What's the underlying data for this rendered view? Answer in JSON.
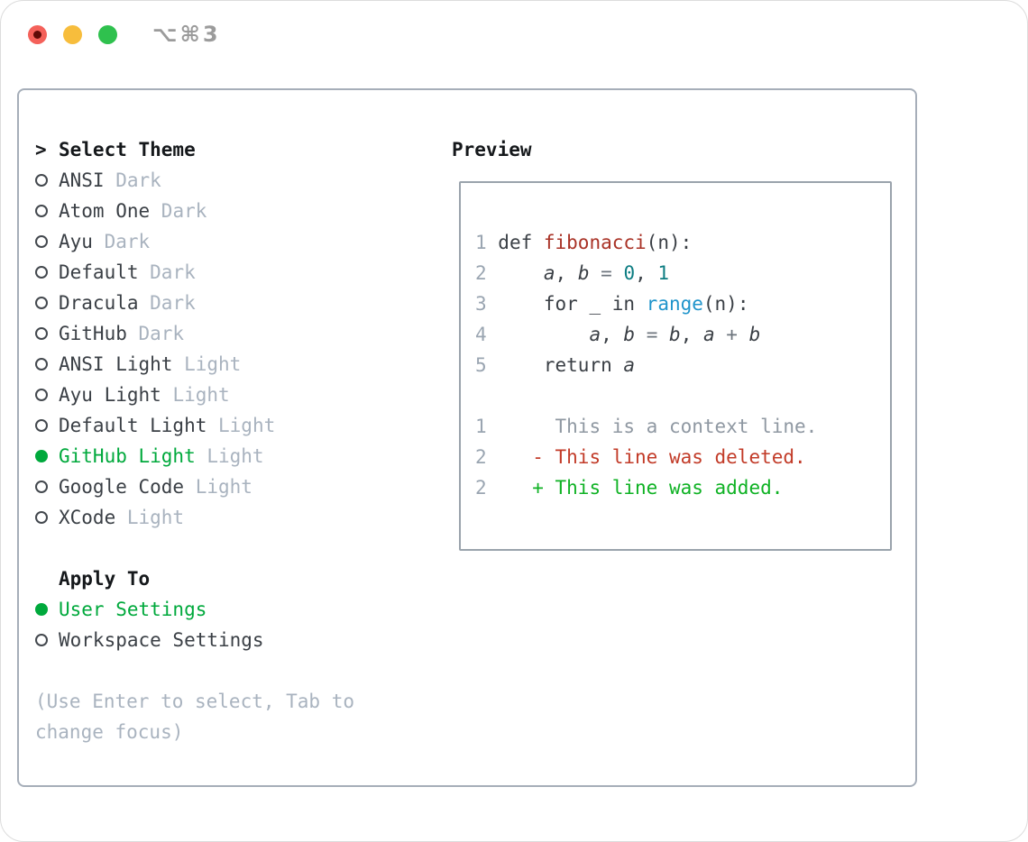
{
  "window": {
    "title": "⌥⌘3",
    "traffic_lights": [
      {
        "name": "close-button",
        "color": "#f4615a"
      },
      {
        "name": "minimize-button",
        "color": "#f7bd3c"
      },
      {
        "name": "zoom-button",
        "color": "#2fc14e"
      }
    ]
  },
  "theme_picker": {
    "prompt": ">",
    "title": "Select Theme",
    "items": [
      {
        "name": "ANSI",
        "variant": "Dark",
        "selected": false
      },
      {
        "name": "Atom One",
        "variant": "Dark",
        "selected": false
      },
      {
        "name": "Ayu",
        "variant": "Dark",
        "selected": false
      },
      {
        "name": "Default",
        "variant": "Dark",
        "selected": false
      },
      {
        "name": "Dracula",
        "variant": "Dark",
        "selected": false
      },
      {
        "name": "GitHub",
        "variant": "Dark",
        "selected": false
      },
      {
        "name": "ANSI Light",
        "variant": "Light",
        "selected": false
      },
      {
        "name": "Ayu Light",
        "variant": "Light",
        "selected": false
      },
      {
        "name": "Default Light",
        "variant": "Light",
        "selected": false
      },
      {
        "name": "GitHub Light",
        "variant": "Light",
        "selected": true
      },
      {
        "name": "Google Code",
        "variant": "Light",
        "selected": false
      },
      {
        "name": "XCode",
        "variant": "Light",
        "selected": false
      }
    ],
    "apply_to": {
      "title": "Apply To",
      "options": [
        {
          "label": "User Settings",
          "selected": true
        },
        {
          "label": "Workspace Settings",
          "selected": false
        }
      ]
    },
    "hint_lines": [
      "(Use Enter to select, Tab to",
      "change focus)"
    ]
  },
  "preview": {
    "title": "Preview",
    "lines": [
      {
        "kind": "code",
        "segments": [
          [
            "1 ",
            "ln"
          ],
          [
            "def ",
            "fg"
          ],
          [
            "fibonacci",
            "red"
          ],
          [
            "(n):",
            "fg"
          ]
        ]
      },
      {
        "kind": "code",
        "segments": [
          [
            "2 ",
            "ln"
          ],
          [
            "    ",
            "fg"
          ],
          [
            "a",
            "var"
          ],
          [
            ", ",
            "fg"
          ],
          [
            "b",
            "var"
          ],
          [
            " ",
            "fg"
          ],
          [
            "=",
            "op"
          ],
          [
            " ",
            "fg"
          ],
          [
            "0",
            "num"
          ],
          [
            ", ",
            "fg"
          ],
          [
            "1",
            "num"
          ]
        ]
      },
      {
        "kind": "code",
        "segments": [
          [
            "3 ",
            "ln"
          ],
          [
            "    for _ in ",
            "fg"
          ],
          [
            "range",
            "blue"
          ],
          [
            "(n):",
            "fg"
          ]
        ]
      },
      {
        "kind": "code",
        "segments": [
          [
            "4 ",
            "ln"
          ],
          [
            "        ",
            "fg"
          ],
          [
            "a",
            "var"
          ],
          [
            ", ",
            "fg"
          ],
          [
            "b",
            "var"
          ],
          [
            " ",
            "fg"
          ],
          [
            "=",
            "op"
          ],
          [
            " ",
            "fg"
          ],
          [
            "b",
            "var"
          ],
          [
            ", ",
            "fg"
          ],
          [
            "a",
            "var"
          ],
          [
            " ",
            "fg"
          ],
          [
            "+",
            "op"
          ],
          [
            " ",
            "fg"
          ],
          [
            "b",
            "var"
          ]
        ]
      },
      {
        "kind": "code",
        "segments": [
          [
            "5 ",
            "ln"
          ],
          [
            "    return ",
            "fg"
          ],
          [
            "a",
            "var"
          ]
        ]
      },
      {
        "kind": "blank",
        "segments": []
      },
      {
        "kind": "diff-context",
        "segments": [
          [
            "1 ",
            "ln"
          ],
          [
            "     This is a context line.",
            "muted"
          ]
        ]
      },
      {
        "kind": "diff-deleted",
        "segments": [
          [
            "2 ",
            "ln"
          ],
          [
            "   - This line was deleted.",
            "del"
          ]
        ]
      },
      {
        "kind": "diff-added",
        "segments": [
          [
            "2 ",
            "ln"
          ],
          [
            "   + This line was added.",
            "add"
          ]
        ]
      }
    ]
  },
  "colors": {
    "selection_green": "#00a93c",
    "added_green": "#0fb224",
    "deleted_red": "#c23b28",
    "function_red": "#a93226",
    "number_teal": "#0d7d82",
    "builtin_blue": "#1f94cb",
    "muted_gray": "#a9b3bf",
    "text_dark": "#3a3f45",
    "panel_border": "#a6aeb9"
  }
}
